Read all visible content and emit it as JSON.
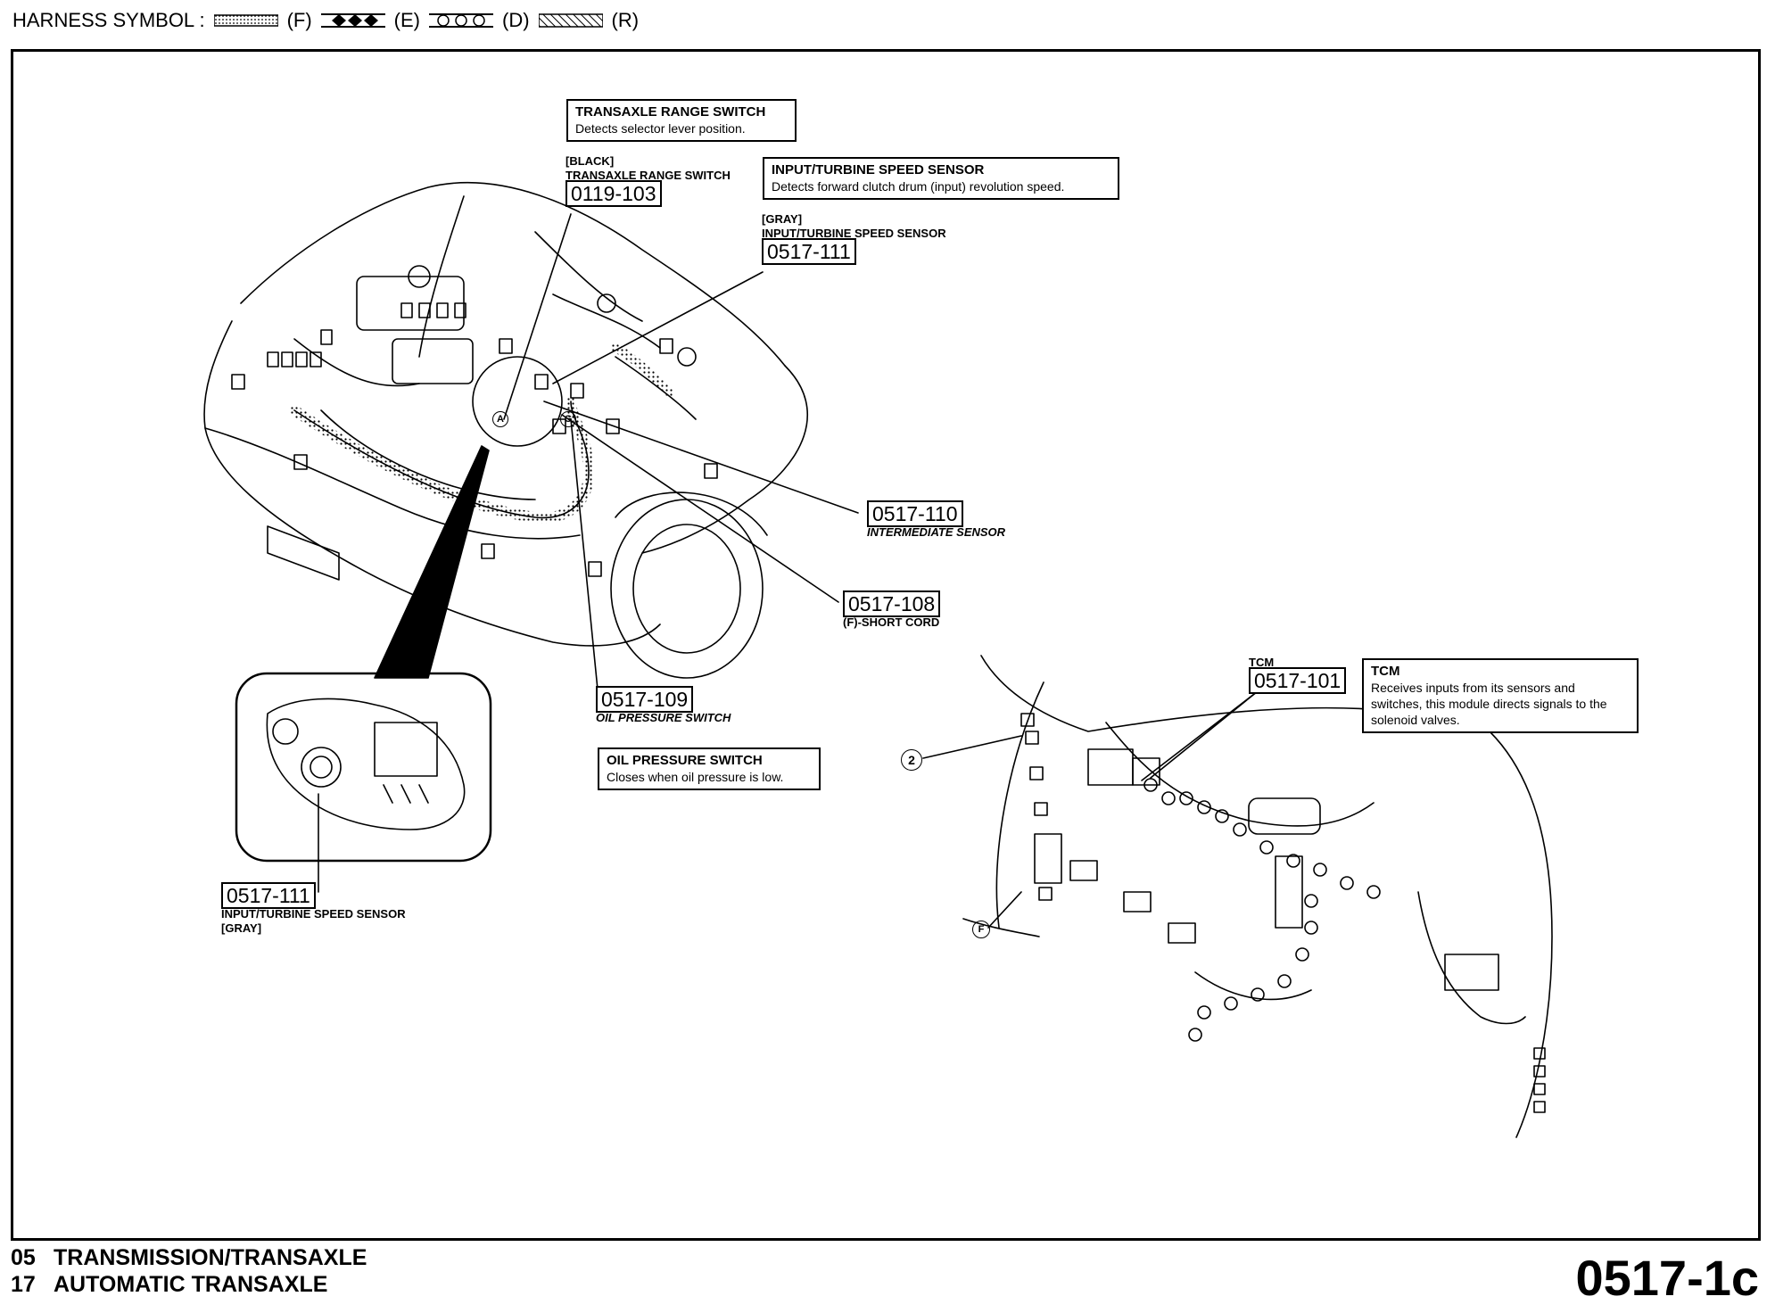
{
  "legend": {
    "title": "HARNESS SYMBOL :",
    "items": [
      {
        "code": "(F)",
        "pattern": "dotted"
      },
      {
        "code": "(E)",
        "pattern": "diamond"
      },
      {
        "code": "(D)",
        "pattern": "circle"
      },
      {
        "code": "(R)",
        "pattern": "hatched"
      }
    ]
  },
  "footer": {
    "lines": [
      {
        "num": "05",
        "text": "TRANSMISSION/TRANSAXLE"
      },
      {
        "num": "17",
        "text": "AUTOMATIC TRANSAXLE"
      }
    ],
    "page": "0517-1c"
  },
  "descriptions": {
    "trs": {
      "title": "TRANSAXLE RANGE SWITCH",
      "body": "Detects selector lever position."
    },
    "itss": {
      "title": "INPUT/TURBINE SPEED SENSOR",
      "body": "Detects forward clutch drum (input) revolution speed."
    },
    "ops": {
      "title": "OIL PRESSURE SWITCH",
      "body": "Closes when oil pressure is low."
    },
    "tcm": {
      "title": "TCM",
      "body": "Receives inputs from its sensors and switches, this module directs signals to the solenoid valves."
    }
  },
  "connectors": {
    "c0119_103": {
      "pre1": "[BLACK]",
      "pre2": "TRANSAXLE RANGE SWITCH",
      "code": "0119-103"
    },
    "c0517_111_top": {
      "pre1": "[GRAY]",
      "pre2": "INPUT/TURBINE SPEED SENSOR",
      "code": "0517-111"
    },
    "c0517_110": {
      "code": "0517-110",
      "label": "INTERMEDIATE SENSOR"
    },
    "c0517_108": {
      "code": "0517-108",
      "label": "(F)-SHORT CORD"
    },
    "c0517_109": {
      "code": "0517-109",
      "label": "OIL PRESSURE SWITCH"
    },
    "c0517_101": {
      "pre": "TCM",
      "code": "0517-101"
    },
    "c0517_111_bottom": {
      "code": "0517-111",
      "label1": "INPUT/TURBINE SPEED SENSOR",
      "label2": "[GRAY]"
    }
  },
  "marks": {
    "a": "A",
    "g": "G",
    "two": "2",
    "f": "F"
  }
}
